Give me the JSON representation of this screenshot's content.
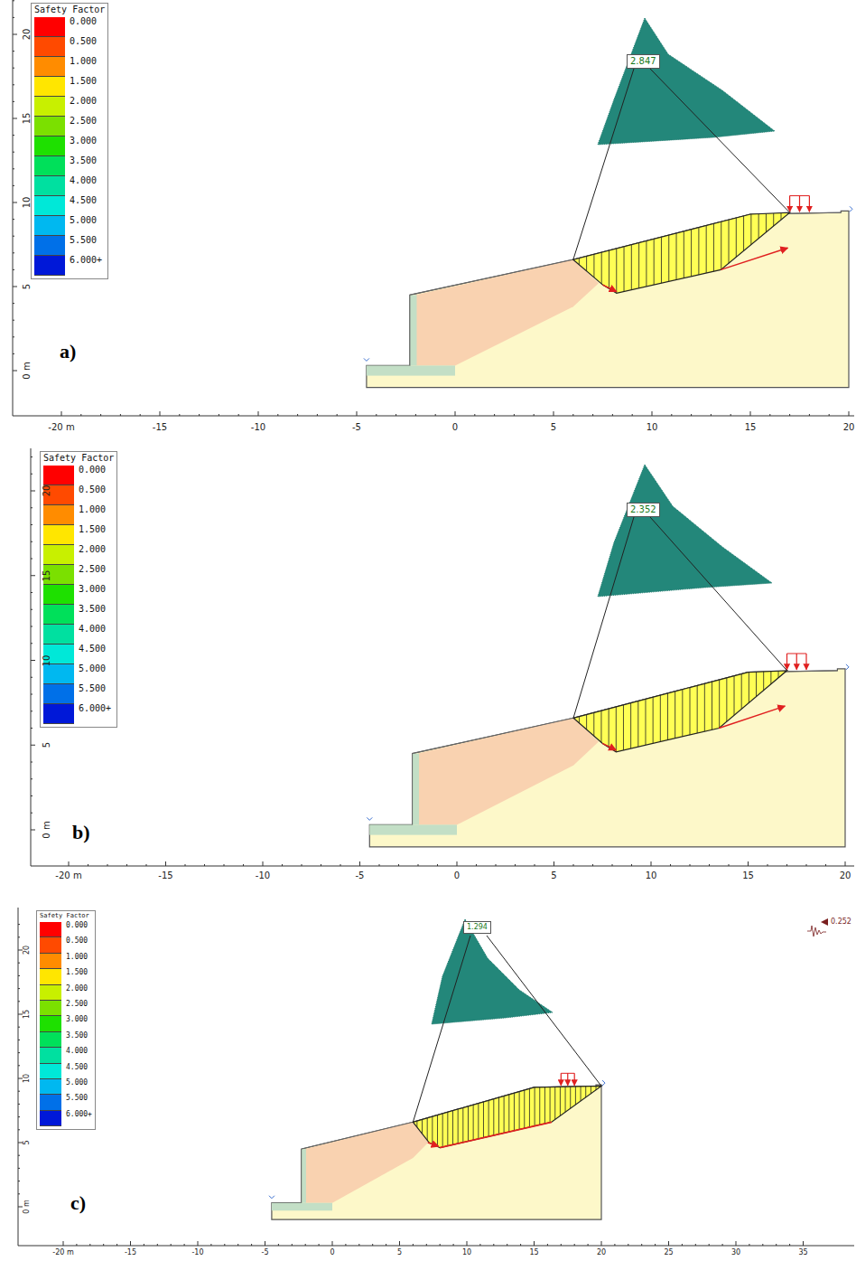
{
  "diagram": {
    "nodes": [
      {
        "text": [
          "2.847"
        ]
      },
      {
        "text": [
          "2.352"
        ]
      },
      {
        "text": [
          "1.294"
        ]
      }
    ],
    "labels": [
      "Safety Factor",
      "20",
      "15",
      "10",
      "5",
      "0 m",
      "-20 m",
      "-15",
      "-10",
      "-5",
      "0",
      "5",
      "10",
      "15",
      "20",
      "a)",
      "Safety Factor",
      "20",
      "15",
      "10",
      "5",
      "0 m",
      "-20 m",
      "-15",
      "-10",
      "-5",
      "0",
      "5",
      "10",
      "15",
      "20",
      "b)",
      "Safety Factor",
      "20",
      "15",
      "10",
      "5",
      "0 m",
      "-20 m",
      "-15",
      "-10",
      "-5",
      "0",
      "5",
      "10",
      "15",
      "20",
      "25",
      "30",
      "35",
      "c)",
      "0.252"
    ],
    "legend": [
      {
        "text": "0.000",
        "color": "#ff0000"
      },
      {
        "text": "0.500",
        "color": "#ff4a00"
      },
      {
        "text": "1.000",
        "color": "#ff8c00"
      },
      {
        "text": "1.500",
        "color": "#ffe600"
      },
      {
        "text": "2.000",
        "color": "#c8f000"
      },
      {
        "text": "2.500",
        "color": "#7be000"
      },
      {
        "text": "3.000",
        "color": "#1ee000"
      },
      {
        "text": "3.500",
        "color": "#00e05a"
      },
      {
        "text": "4.000",
        "color": "#00e0a0"
      },
      {
        "text": "4.500",
        "color": "#00e8d8"
      },
      {
        "text": "5.000",
        "color": "#00b8f0"
      },
      {
        "text": "5.500",
        "color": "#0070e8"
      },
      {
        "text": "6.000+",
        "color": "#0018d8"
      },
      {
        "text": "0.000",
        "color": "#ff0000"
      },
      {
        "text": "0.500",
        "color": "#ff4a00"
      },
      {
        "text": "1.000",
        "color": "#ff8c00"
      },
      {
        "text": "1.500",
        "color": "#ffe600"
      },
      {
        "text": "2.000",
        "color": "#c8f000"
      },
      {
        "text": "2.500",
        "color": "#7be000"
      },
      {
        "text": "3.000",
        "color": "#1ee000"
      },
      {
        "text": "3.500",
        "color": "#00e05a"
      },
      {
        "text": "4.000",
        "color": "#00e0a0"
      },
      {
        "text": "4.500",
        "color": "#00e8d8"
      },
      {
        "text": "5.000",
        "color": "#00b8f0"
      },
      {
        "text": "5.500",
        "color": "#0070e8"
      },
      {
        "text": "6.000+",
        "color": "#0018d8"
      },
      {
        "text": "0.000",
        "color": "#ff0000"
      },
      {
        "text": "0.500",
        "color": "#ff4a00"
      },
      {
        "text": "1.000",
        "color": "#ff8c00"
      },
      {
        "text": "1.500",
        "color": "#ffe600"
      },
      {
        "text": "2.000",
        "color": "#c8f000"
      },
      {
        "text": "2.500",
        "color": "#7be000"
      },
      {
        "text": "3.000",
        "color": "#1ee000"
      },
      {
        "text": "3.500",
        "color": "#00e05a"
      },
      {
        "text": "4.000",
        "color": "#00e0a0"
      },
      {
        "text": "4.500",
        "color": "#00e8d8"
      },
      {
        "text": "5.000",
        "color": "#00b8f0"
      },
      {
        "text": "5.500",
        "color": "#0070e8"
      },
      {
        "text": "6.000+",
        "color": "#0018d8"
      }
    ]
  }
}
